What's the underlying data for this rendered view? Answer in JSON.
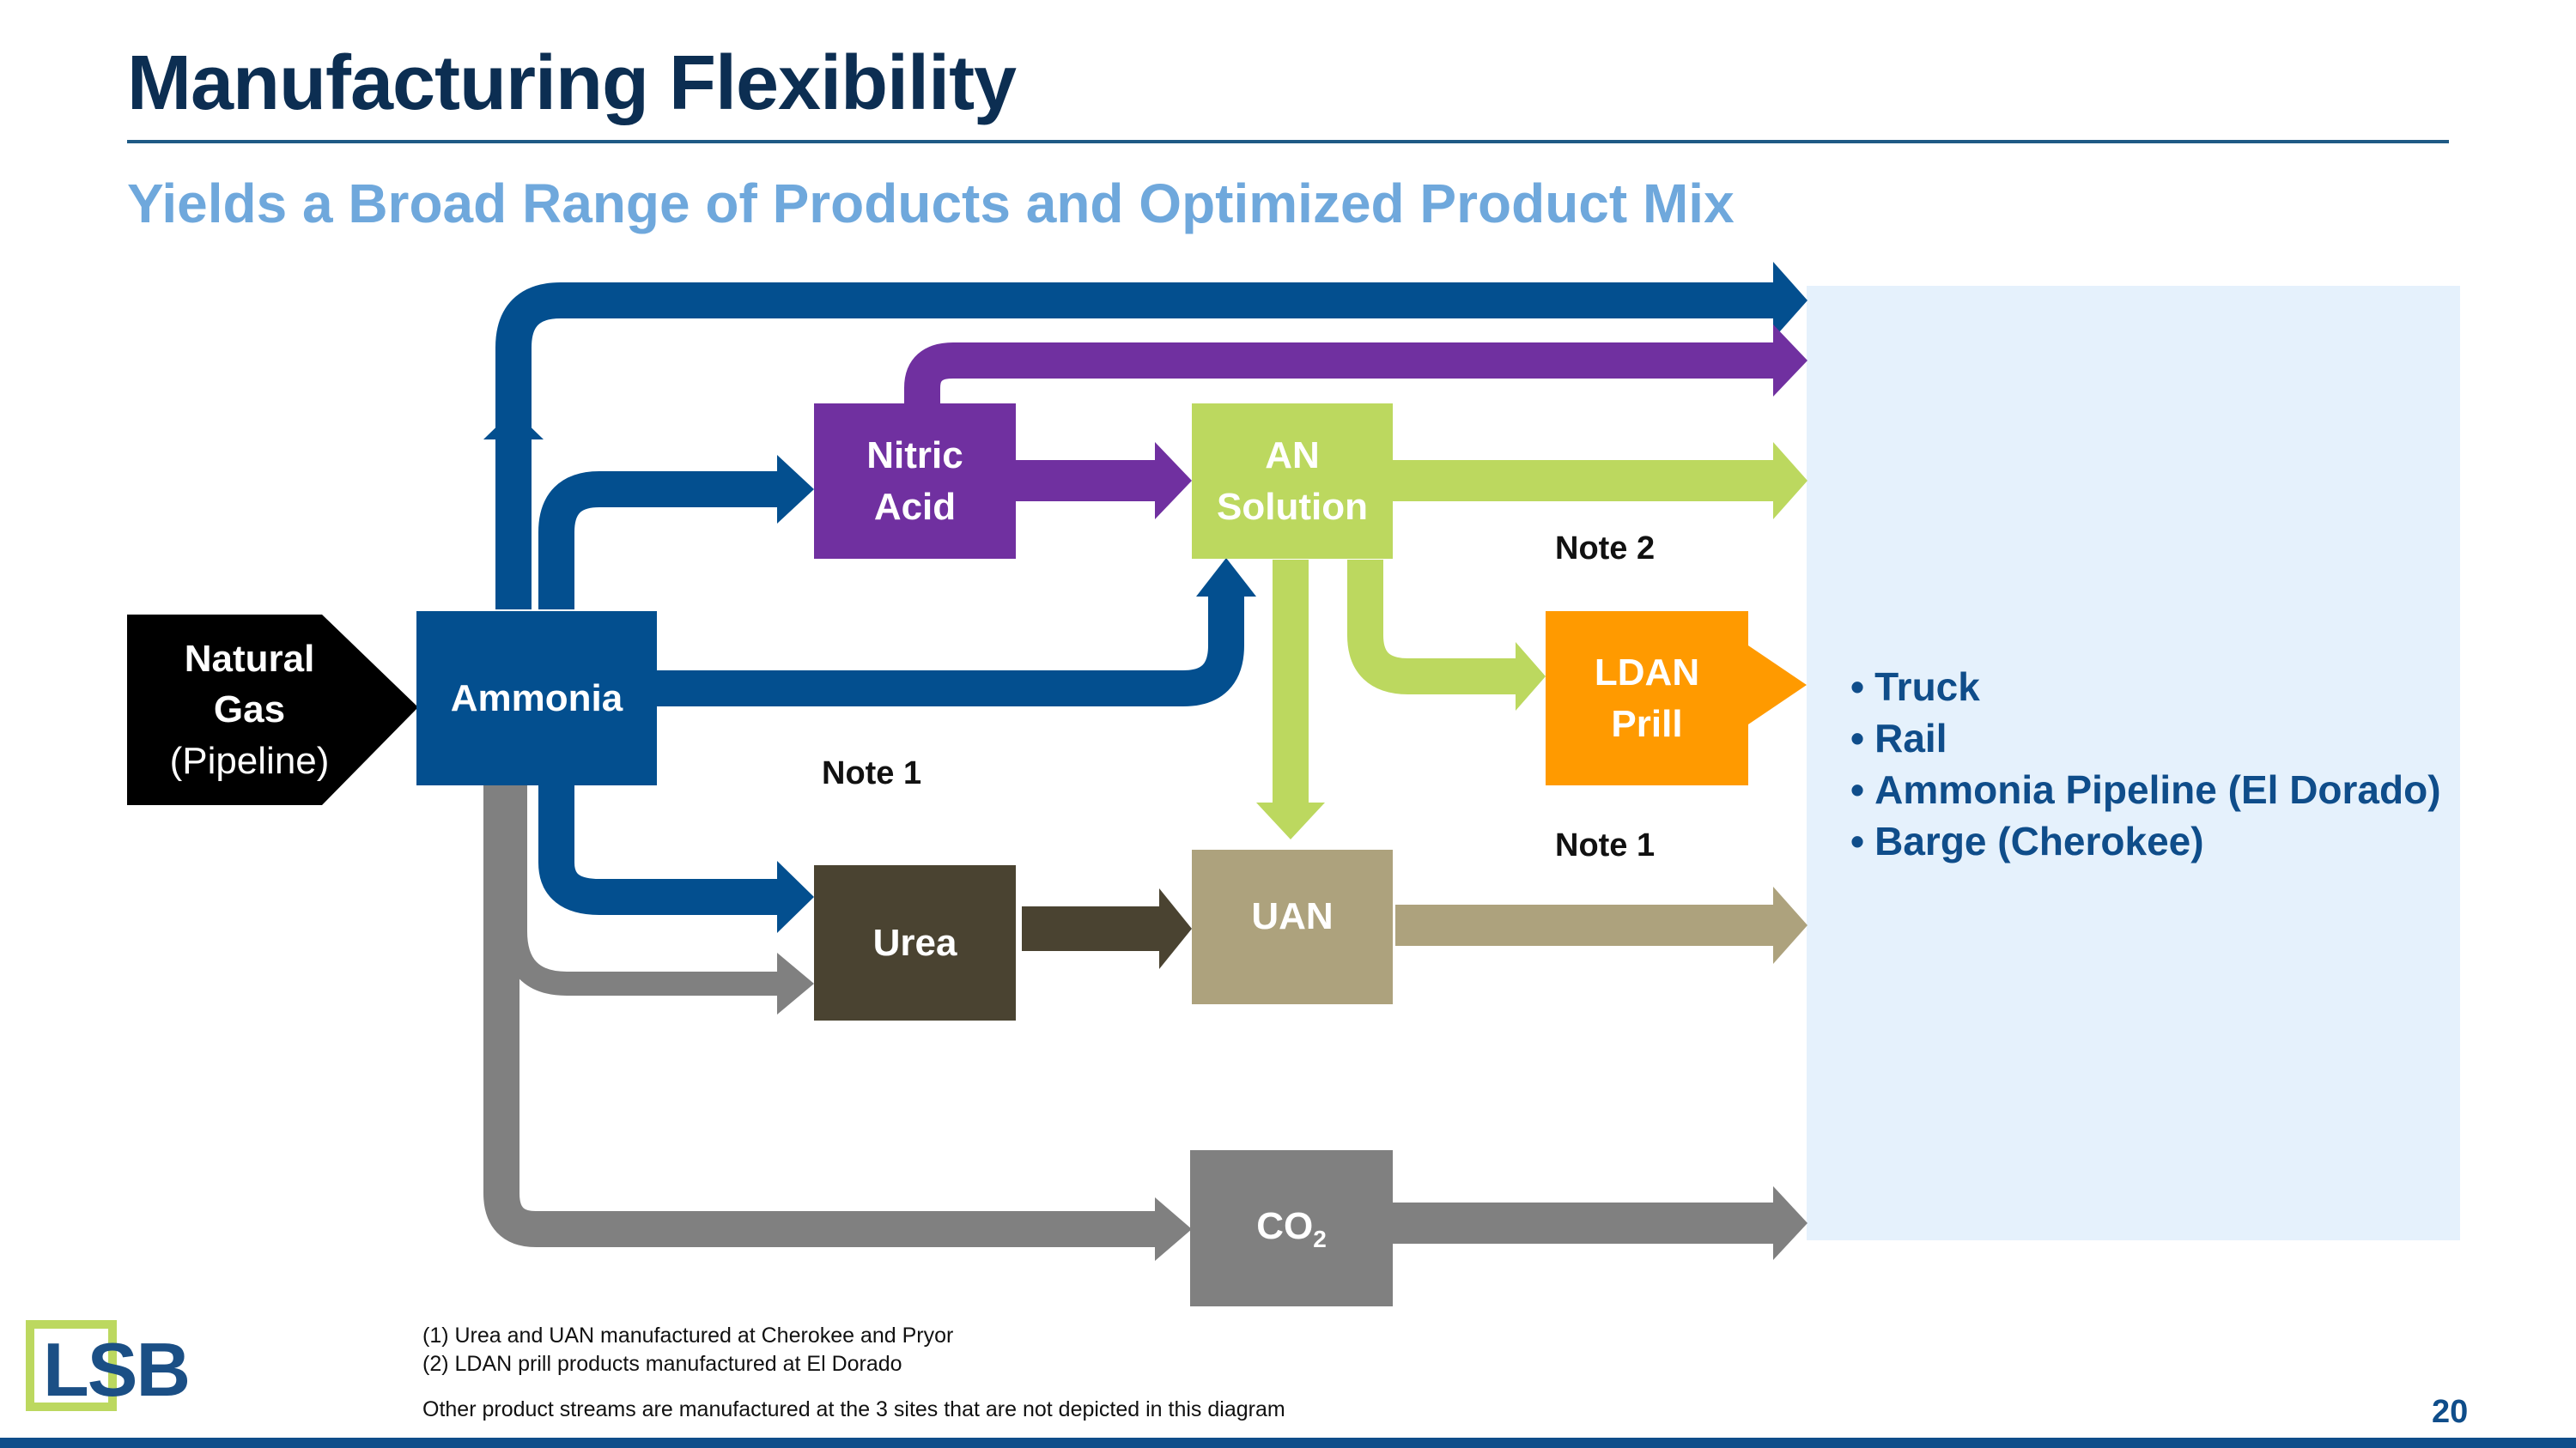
{
  "header": {
    "title": "Manufacturing Flexibility",
    "subtitle": "Yields a Broad Range of Products and Optimized Product Mix"
  },
  "colors": {
    "ammonia": "#034f8f",
    "nitric_acid": "#7030a0",
    "an_solution": "#bcd85f",
    "ldan_prill": "#ff9a00",
    "urea": "#4a4331",
    "uan": "#ada27d",
    "co2": "#808080",
    "natural_gas": "#000000",
    "panel": "#e5f1fc"
  },
  "nodes": {
    "natural_gas": {
      "line1": "Natural",
      "line2": "Gas",
      "line3": "(Pipeline)"
    },
    "ammonia": {
      "label": "Ammonia"
    },
    "nitric_acid": {
      "line1": "Nitric",
      "line2": "Acid"
    },
    "an_solution": {
      "line1": "AN",
      "line2": "Solution"
    },
    "ldan_prill": {
      "line1": "LDAN",
      "line2": "Prill"
    },
    "urea": {
      "label": "Urea"
    },
    "uan": {
      "label": "UAN"
    },
    "co2": {
      "label": "CO",
      "subscript": "2"
    }
  },
  "notes": {
    "note2": "Note 2",
    "note1_urea": "Note 1",
    "note1_uan": "Note 1"
  },
  "distribution": [
    "Truck",
    "Rail",
    "Ammonia Pipeline (El Dorado)",
    "Barge (Cherokee)"
  ],
  "footnotes": {
    "f1": "(1)  Urea and UAN manufactured at Cherokee and Pryor",
    "f2": "(2)  LDAN prill products manufactured at El Dorado",
    "other": "Other product streams are manufactured at the 3 sites that are not depicted in this diagram"
  },
  "logo": "LSB",
  "page_number": "20"
}
